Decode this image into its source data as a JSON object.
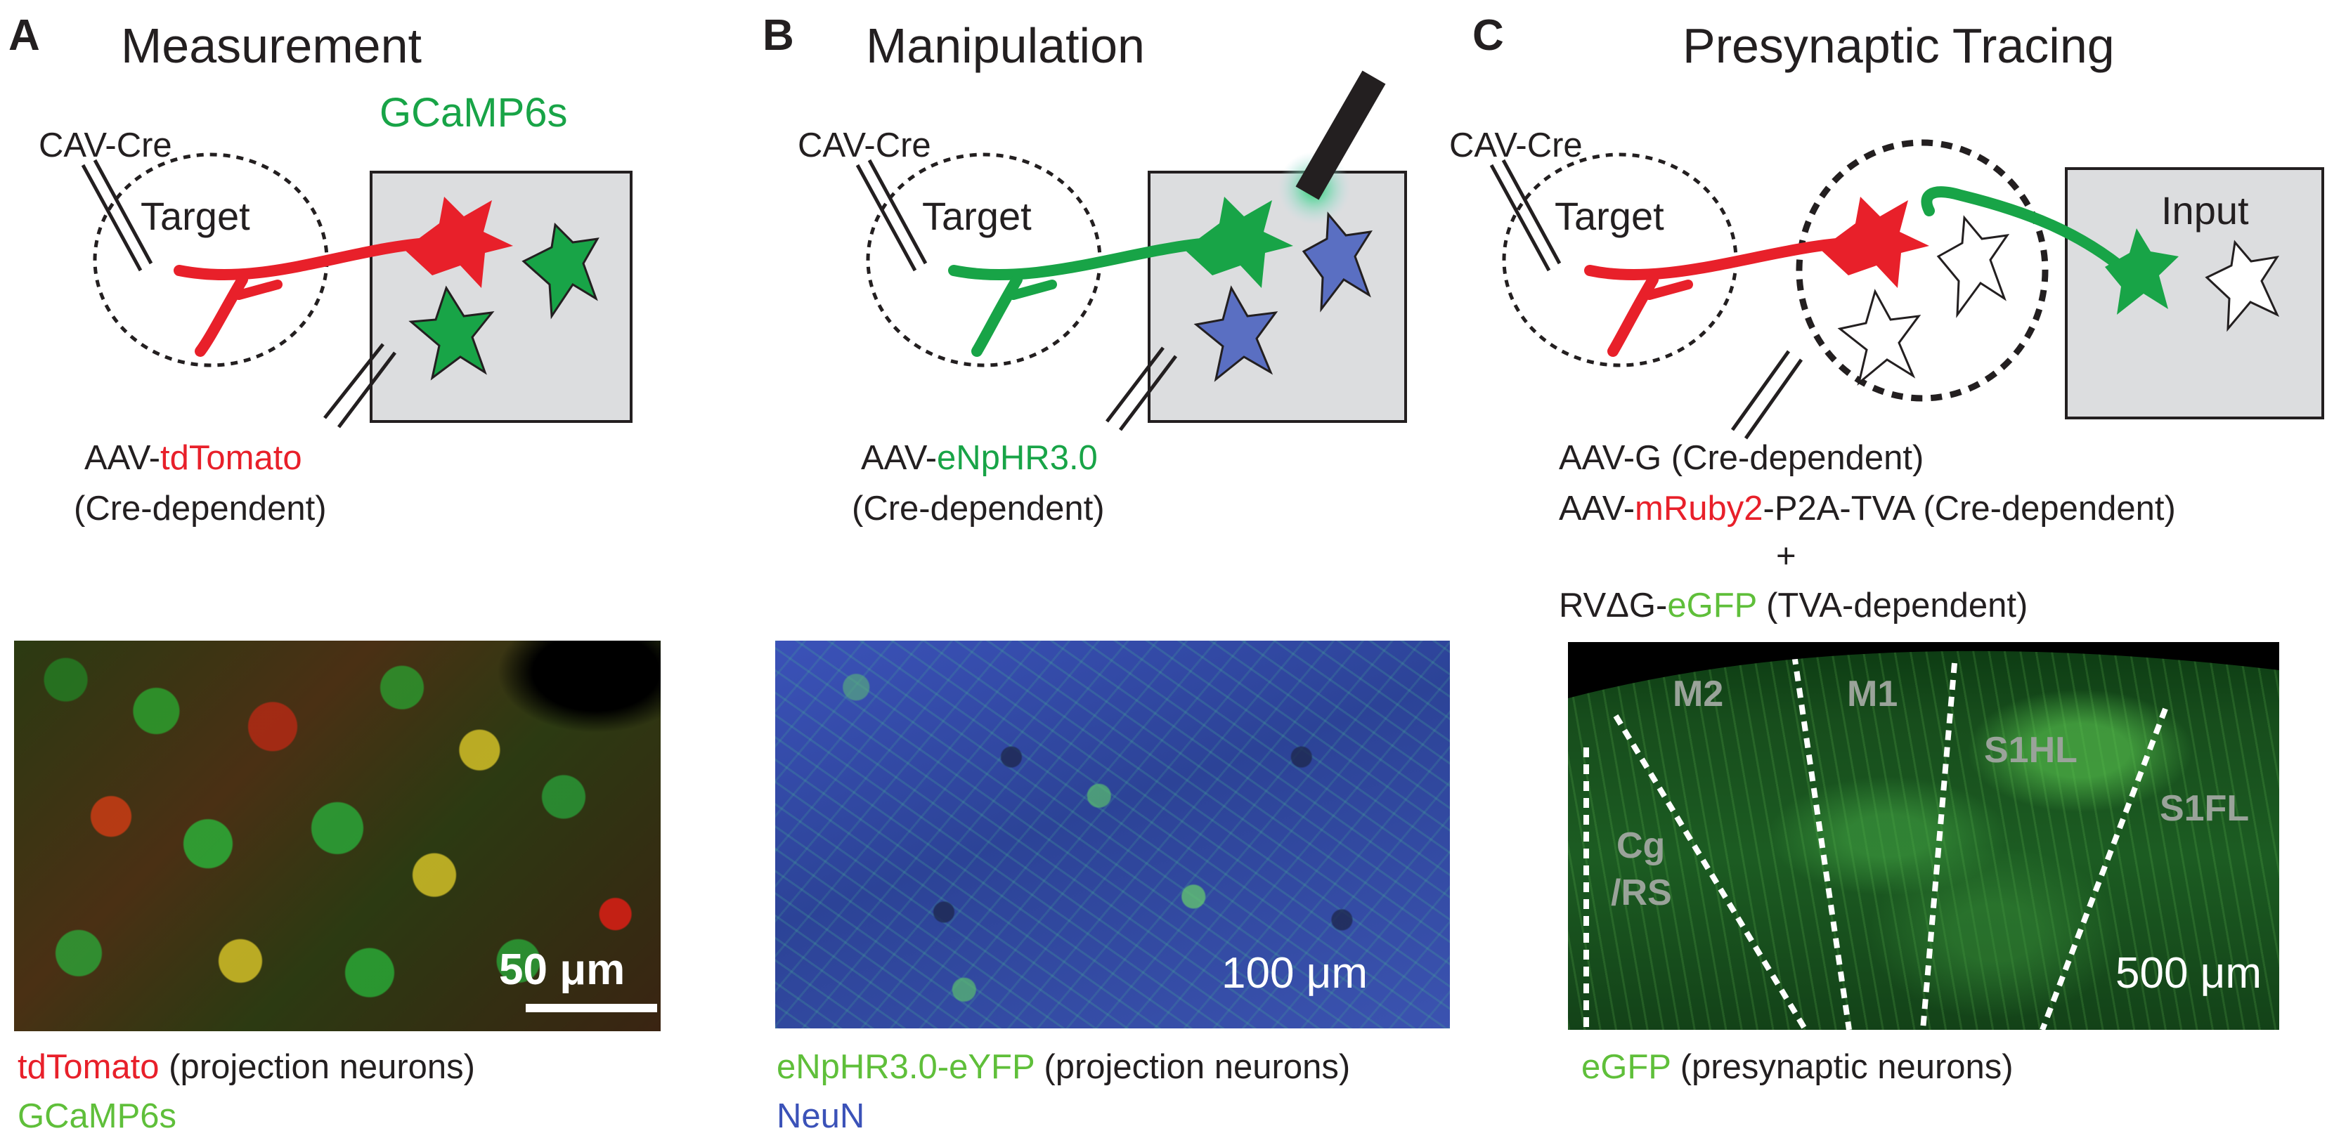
{
  "colors": {
    "red": "#e8202a",
    "green": "#18a447",
    "light_green": "#5fbf3a",
    "blue": "#5a6fc2",
    "neun_blue": "#3b52b8",
    "box_gray": "#dcdddf"
  },
  "panels": [
    {
      "label": "A",
      "title": "Measurement",
      "indicator": "GCaMP6s",
      "pipette_label": "CAV-Cre",
      "target_label": "Target",
      "virus": {
        "prefix": "AAV-",
        "name": "tdTomato",
        "suffix": "(Cre-dependent)"
      },
      "image": {
        "scale_bar": "50 μm"
      },
      "caption": [
        {
          "colored": "tdTomato",
          "rest": " (projection neurons)"
        },
        {
          "colored": "GCaMP6s",
          "rest": ""
        }
      ]
    },
    {
      "label": "B",
      "title": "Manipulation",
      "pipette_label": "CAV-Cre",
      "target_label": "Target",
      "virus": {
        "prefix": "AAV-",
        "name": "eNpHR3.0",
        "suffix": "(Cre-dependent)"
      },
      "image": {
        "scale_bar": "100 μm"
      },
      "caption": [
        {
          "colored": "eNpHR3.0-eYFP",
          "rest": " (projection neurons)"
        },
        {
          "colored": "NeuN",
          "rest": ""
        }
      ]
    },
    {
      "label": "C",
      "title": "Presynaptic Tracing",
      "pipette_label": "CAV-Cre",
      "target_label": "Target",
      "input_label": "Input",
      "virus_lines": [
        {
          "a": "AAV-G (Cre-dependent)"
        },
        {
          "a": "AAV-",
          "b": "mRuby2",
          "c": "-P2A-TVA (Cre-dependent)"
        },
        {
          "a": "+"
        },
        {
          "a": "RVΔG-",
          "b": "eGFP",
          "c": " (TVA-dependent)"
        }
      ],
      "image": {
        "regions": [
          "M2",
          "M1",
          "S1HL",
          "S1FL",
          "Cg",
          "/RS"
        ],
        "scale_bar": "500 μm"
      },
      "caption": [
        {
          "colored": "eGFP",
          "rest": " (presynaptic neurons)"
        }
      ]
    }
  ]
}
